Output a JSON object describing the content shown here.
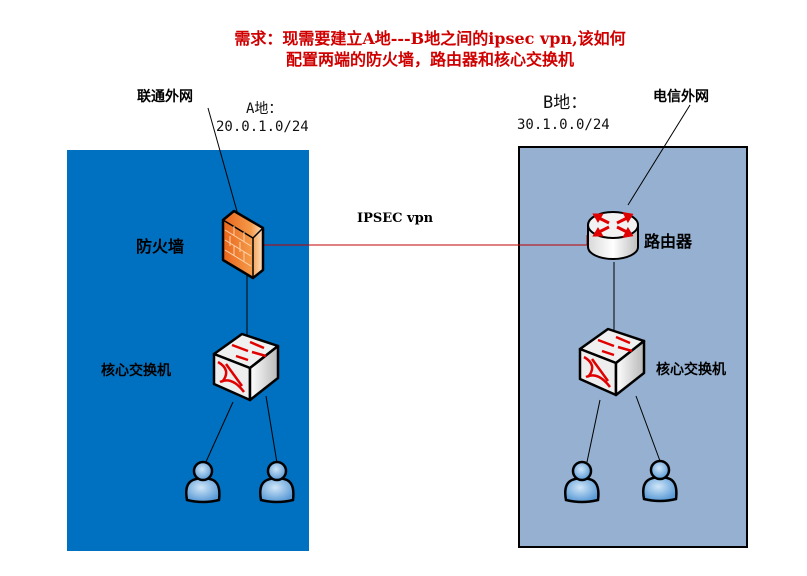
{
  "requirement": {
    "line1": "需求：现需要建立A地---B地之间的ipsec vpn,该如何",
    "line2": "配置两端的防火墙，路由器和核心交换机"
  },
  "site_a": {
    "isp_label": "联通外网",
    "site_label": "A地：",
    "subnet": "20.0.1.0/24",
    "firewall_label": "防火墙",
    "switch_label": "核心交换机",
    "color": "#0070c0"
  },
  "site_b": {
    "isp_label": "电信外网",
    "site_label": "B地：",
    "subnet": "30.1.0.0/24",
    "router_label": "路由器",
    "switch_label": "核心交换机",
    "color": "#95b0d0"
  },
  "link": {
    "label": "IPSEC vpn",
    "color": "#c00000"
  },
  "icons": [
    "firewall-icon",
    "router-icon",
    "switch-icon",
    "user-icon"
  ]
}
